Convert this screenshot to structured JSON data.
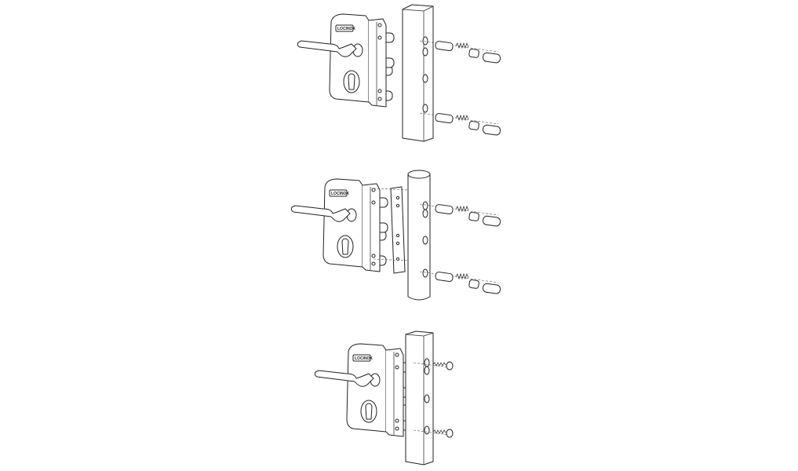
{
  "logo": "LOCINOX",
  "figures": [
    {
      "id": "square-post",
      "post": "square",
      "fasteners": "bolt-and-nut"
    },
    {
      "id": "round-post",
      "post": "round",
      "fasteners": "bolt-and-nut"
    },
    {
      "id": "rectangular-post",
      "post": "rectangular",
      "fasteners": "screw"
    }
  ]
}
